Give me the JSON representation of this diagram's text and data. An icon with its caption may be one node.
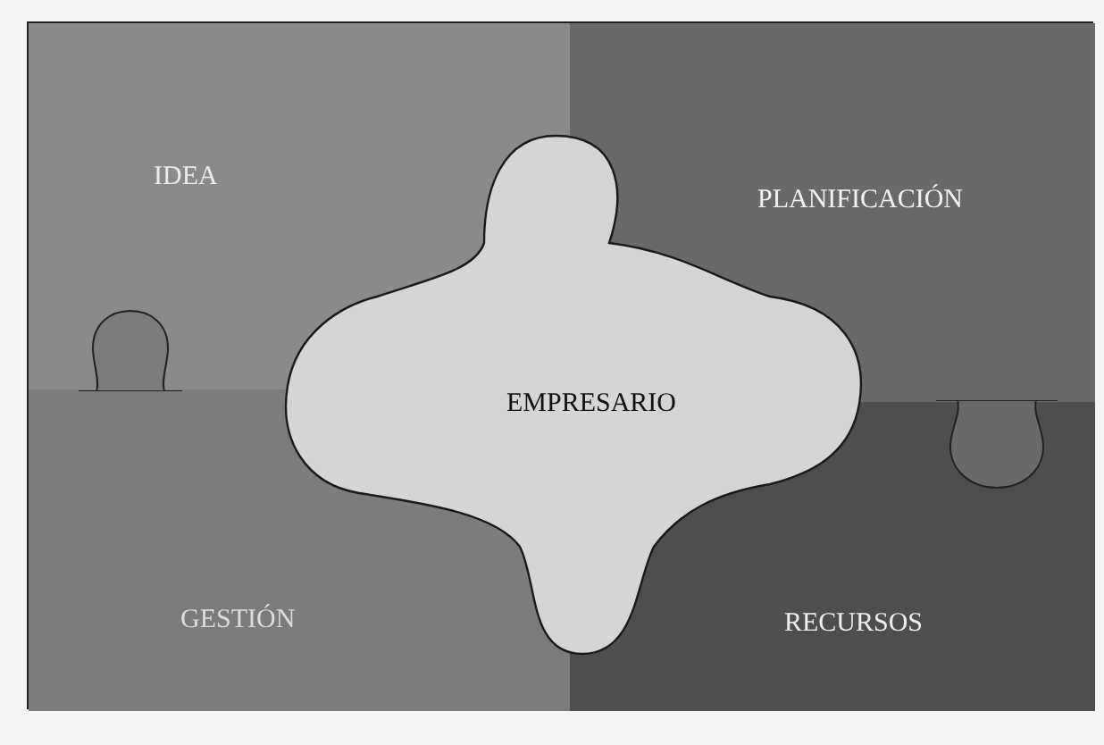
{
  "diagram": {
    "nodes": [
      {
        "text": [
          "IDEA"
        ]
      },
      {
        "text": [
          "PLANIFICACIÓN"
        ]
      },
      {
        "text": [
          "GESTIÓN"
        ]
      },
      {
        "text": [
          "RECURSOS"
        ]
      },
      {
        "text": [
          "EMPRESARIO"
        ]
      }
    ]
  }
}
